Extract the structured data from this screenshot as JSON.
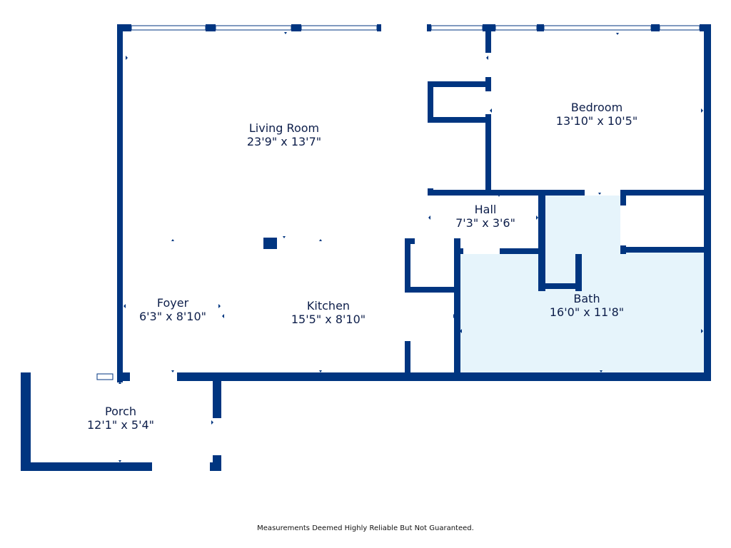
{
  "colors": {
    "wall": "#003580",
    "bath_fill": "#e6f4fb",
    "text": "#0d1e4a"
  },
  "rooms": {
    "living_room": {
      "name": "Living Room",
      "dims": "23'9\" x 13'7\""
    },
    "bedroom": {
      "name": "Bedroom",
      "dims": "13'10\" x 10'5\""
    },
    "hall": {
      "name": "Hall",
      "dims": "7'3\" x 3'6\""
    },
    "foyer": {
      "name": "Foyer",
      "dims": "6'3\" x 8'10\""
    },
    "kitchen": {
      "name": "Kitchen",
      "dims": "15'5\" x 8'10\""
    },
    "bath": {
      "name": "Bath",
      "dims": "16'0\" x 11'8\""
    },
    "porch": {
      "name": "Porch",
      "dims": "12'1\" x 5'4\""
    }
  },
  "footer": {
    "disclaimer": "Measurements Deemed Highly Reliable But Not Guaranteed."
  }
}
